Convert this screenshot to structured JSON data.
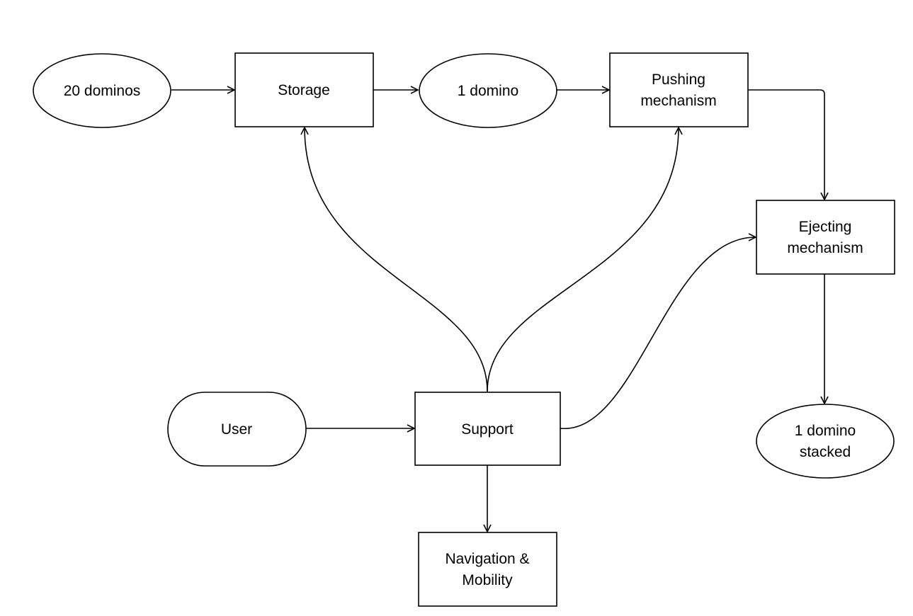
{
  "diagram": {
    "nodes": {
      "dominos20": {
        "lines": [
          "20 dominos"
        ]
      },
      "storage": {
        "lines": [
          "Storage"
        ]
      },
      "domino1": {
        "lines": [
          "1 domino"
        ]
      },
      "pushing": {
        "lines": [
          "Pushing",
          "mechanism"
        ]
      },
      "ejecting": {
        "lines": [
          "Ejecting",
          "mechanism"
        ]
      },
      "stacked": {
        "lines": [
          "1 domino",
          "stacked"
        ]
      },
      "user": {
        "lines": [
          "User"
        ]
      },
      "support": {
        "lines": [
          "Support"
        ]
      },
      "navigation": {
        "lines": [
          "Navigation &",
          "Mobility"
        ]
      }
    },
    "edges": [
      {
        "from": "dominos20",
        "to": "storage"
      },
      {
        "from": "storage",
        "to": "domino1"
      },
      {
        "from": "domino1",
        "to": "pushing"
      },
      {
        "from": "pushing",
        "to": "ejecting"
      },
      {
        "from": "ejecting",
        "to": "stacked"
      },
      {
        "from": "user",
        "to": "support"
      },
      {
        "from": "support",
        "to": "navigation"
      },
      {
        "from": "support",
        "to": "storage"
      },
      {
        "from": "support",
        "to": "pushing"
      },
      {
        "from": "support",
        "to": "ejecting"
      }
    ]
  }
}
